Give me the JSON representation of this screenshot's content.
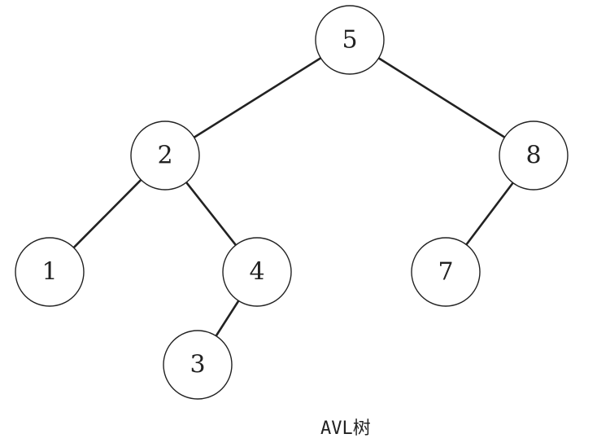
{
  "caption": "AVL树",
  "colors": {
    "line": "#222222",
    "node_fill": "#ffffff",
    "background": "#ffffff"
  },
  "tree": {
    "nodes": [
      {
        "id": "n5",
        "label": "5"
      },
      {
        "id": "n2",
        "label": "2"
      },
      {
        "id": "n8",
        "label": "8"
      },
      {
        "id": "n1",
        "label": "1"
      },
      {
        "id": "n4",
        "label": "4"
      },
      {
        "id": "n7",
        "label": "7"
      },
      {
        "id": "n3",
        "label": "3"
      }
    ],
    "edges": [
      {
        "from": "n5",
        "to": "n2"
      },
      {
        "from": "n5",
        "to": "n8"
      },
      {
        "from": "n2",
        "to": "n1"
      },
      {
        "from": "n2",
        "to": "n4"
      },
      {
        "from": "n8",
        "to": "n7"
      },
      {
        "from": "n4",
        "to": "n3"
      }
    ]
  }
}
